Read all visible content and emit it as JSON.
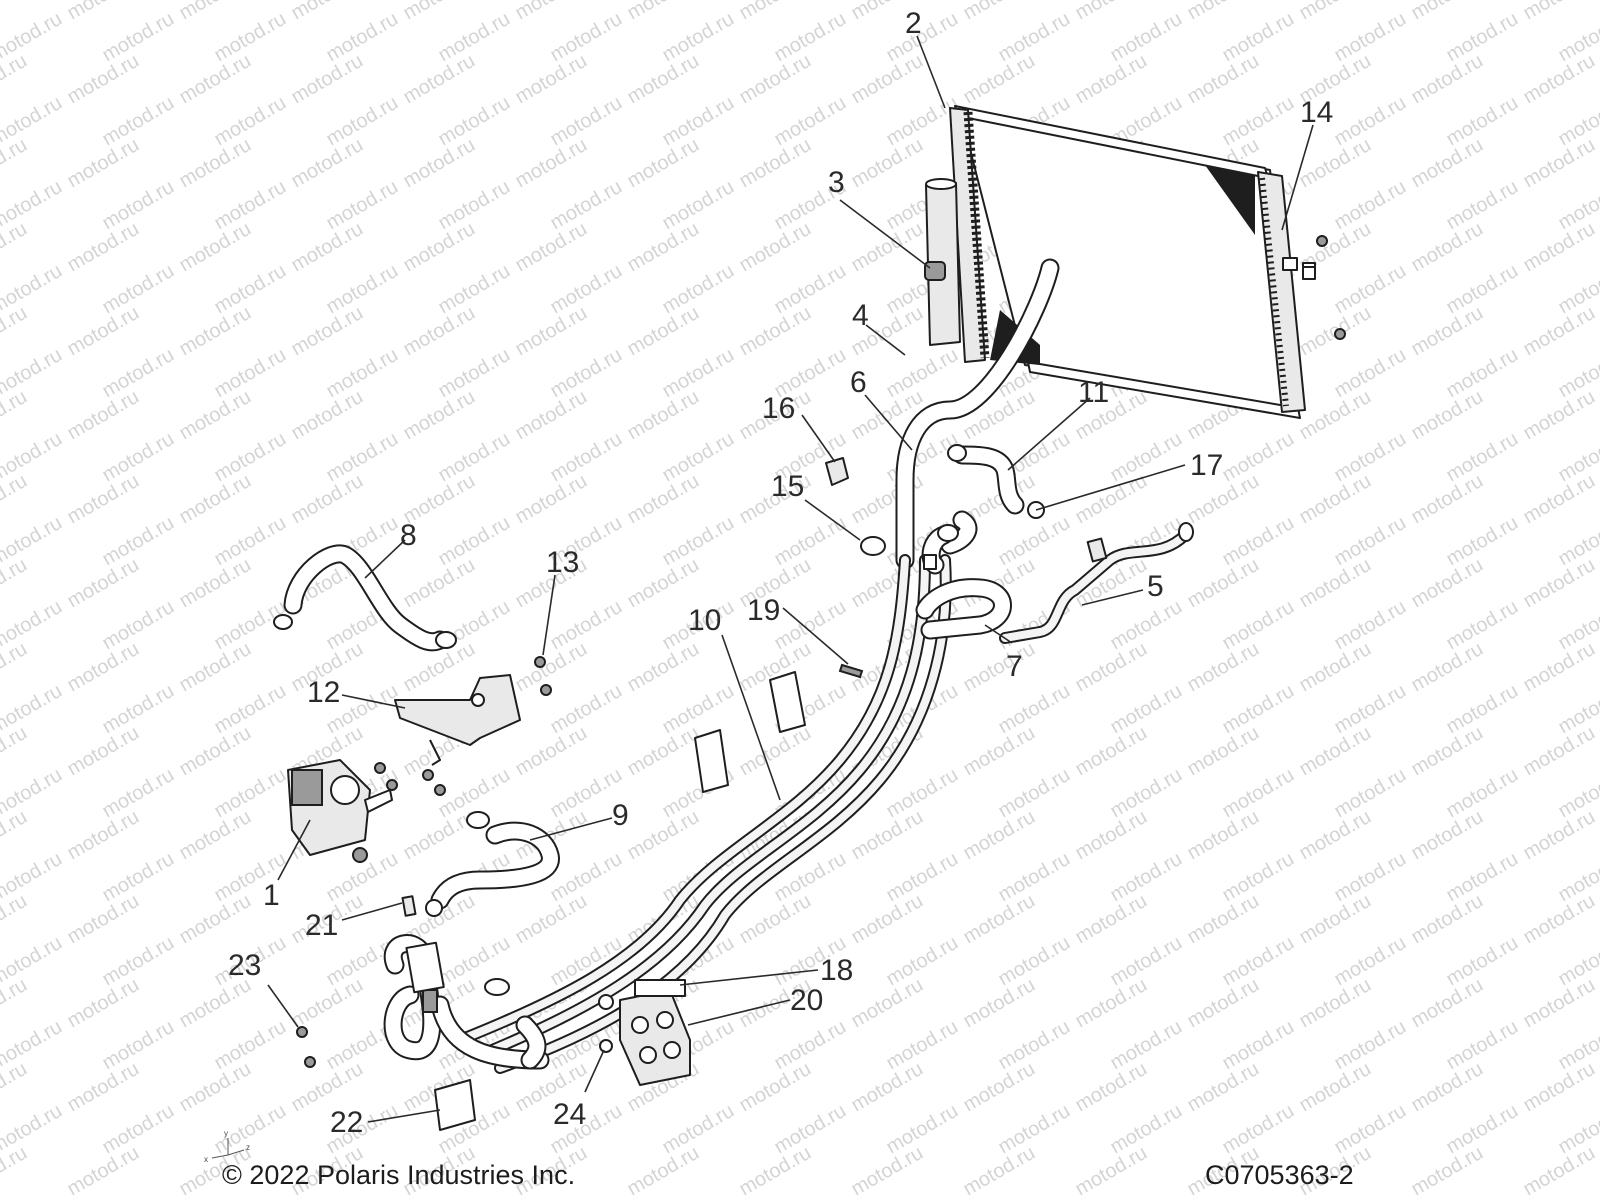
{
  "watermark": "motod.ru",
  "copyright": "© 2022 Polaris Industries Inc.",
  "figure_code": "C0705363-2",
  "axis_labels": {
    "x": "x",
    "y": "y",
    "z": "z"
  },
  "callouts": [
    "1",
    "2",
    "3",
    "4",
    "5",
    "6",
    "7",
    "8",
    "9",
    "10",
    "11",
    "12",
    "13",
    "14",
    "15",
    "16",
    "17",
    "18",
    "19",
    "20",
    "21",
    "22",
    "23",
    "24"
  ]
}
